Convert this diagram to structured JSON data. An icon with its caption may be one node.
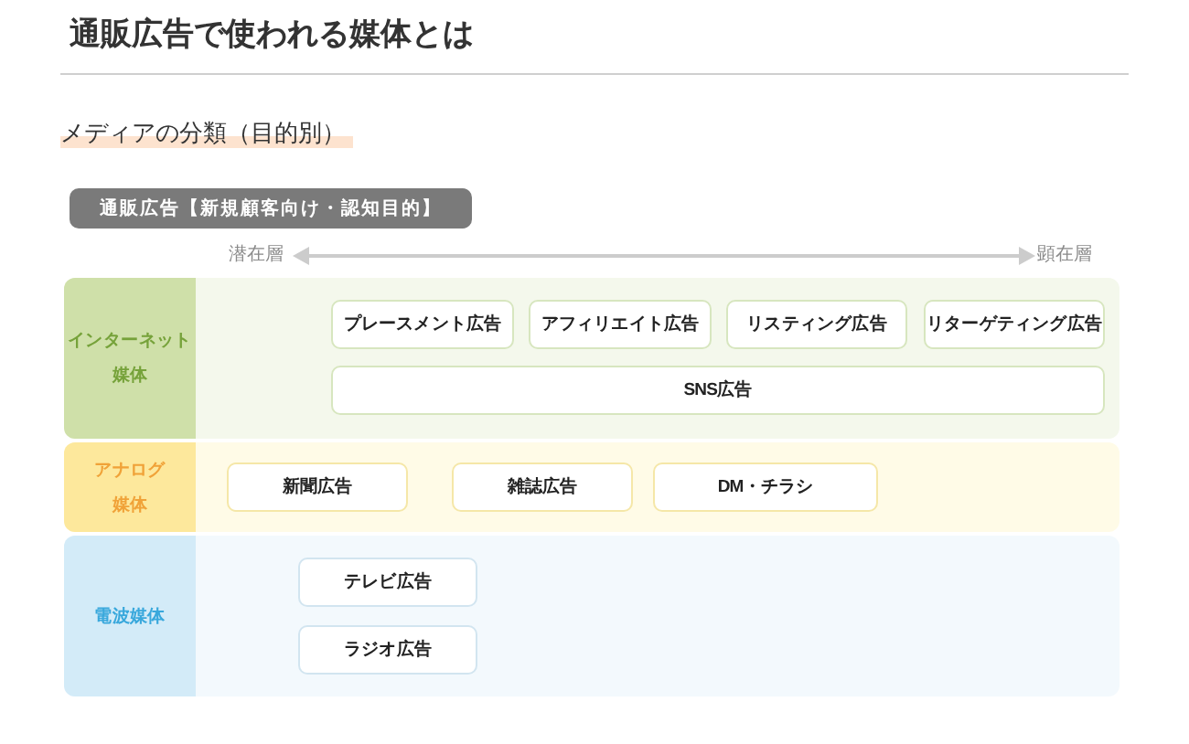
{
  "diagram": {
    "title": "通販広告で使われる媒体とは",
    "nodes": [
      {
        "text": [
          "通販広告【新規顧客向け・認知目的】"
        ]
      },
      {
        "text": [
          "インターネット媒体"
        ]
      },
      {
        "text": [
          "プレースメント広告"
        ],
        "in": 1
      },
      {
        "text": [
          "アフィリエイト広告"
        ],
        "in": 1
      },
      {
        "text": [
          "リスティング広告"
        ],
        "in": 1
      },
      {
        "text": [
          "リターゲティング広告"
        ],
        "in": 1
      },
      {
        "text": [
          "SNS広告"
        ],
        "in": 1
      },
      {
        "text": [
          "アナログ媒体"
        ]
      },
      {
        "text": [
          "新聞広告"
        ],
        "in": 7
      },
      {
        "text": [
          "雑誌広告"
        ],
        "in": 7
      },
      {
        "text": [
          "DM・チラシ"
        ],
        "in": 7
      },
      {
        "text": [
          "電波媒体"
        ]
      },
      {
        "text": [
          "テレビ広告"
        ],
        "in": 11
      },
      {
        "text": [
          "ラジオ広告"
        ],
        "in": 11
      }
    ],
    "labels": [
      "メディアの分類（目的別）",
      "潜在層",
      "顕在層"
    ]
  }
}
